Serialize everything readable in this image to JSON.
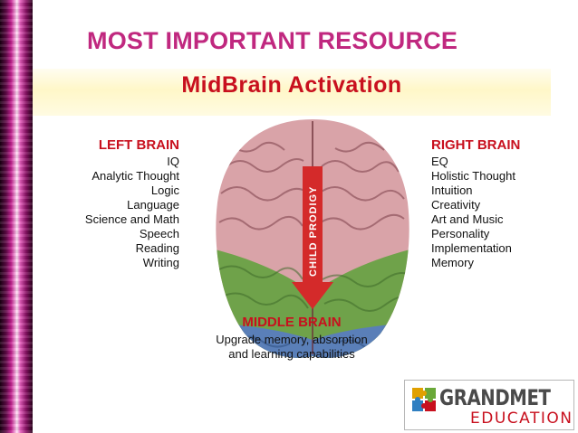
{
  "slide": {
    "title": "MOST IMPORTANT RESOURCE"
  },
  "infographic": {
    "title": "MidBrain Activation",
    "arrow_label": "CHILD PRODIGY",
    "left_brain": {
      "heading": "LEFT BRAIN",
      "items": [
        "IQ",
        "Analytic Thought",
        "Logic",
        "Language",
        "Science and Math",
        "Speech",
        "Reading",
        "Writing"
      ]
    },
    "right_brain": {
      "heading": "RIGHT BRAIN",
      "items": [
        "EQ",
        "Holistic Thought",
        "Intuition",
        "Creativity",
        "Art and Music",
        "Personality",
        "Implementation",
        "Memory"
      ]
    },
    "middle_brain": {
      "heading": "MIDDLE BRAIN",
      "lines": [
        "Upgrade memory, absorption",
        "and learning capabilities"
      ]
    },
    "colors": {
      "accent_red": "#c8101e",
      "title_magenta": "#c0287f",
      "brain_pink": "#d9a3a8",
      "brain_green": "#6fa24a",
      "brain_blue": "#5a7fb8"
    }
  },
  "logo": {
    "name": "GRANDMET",
    "subtitle": "EDUCATION"
  }
}
